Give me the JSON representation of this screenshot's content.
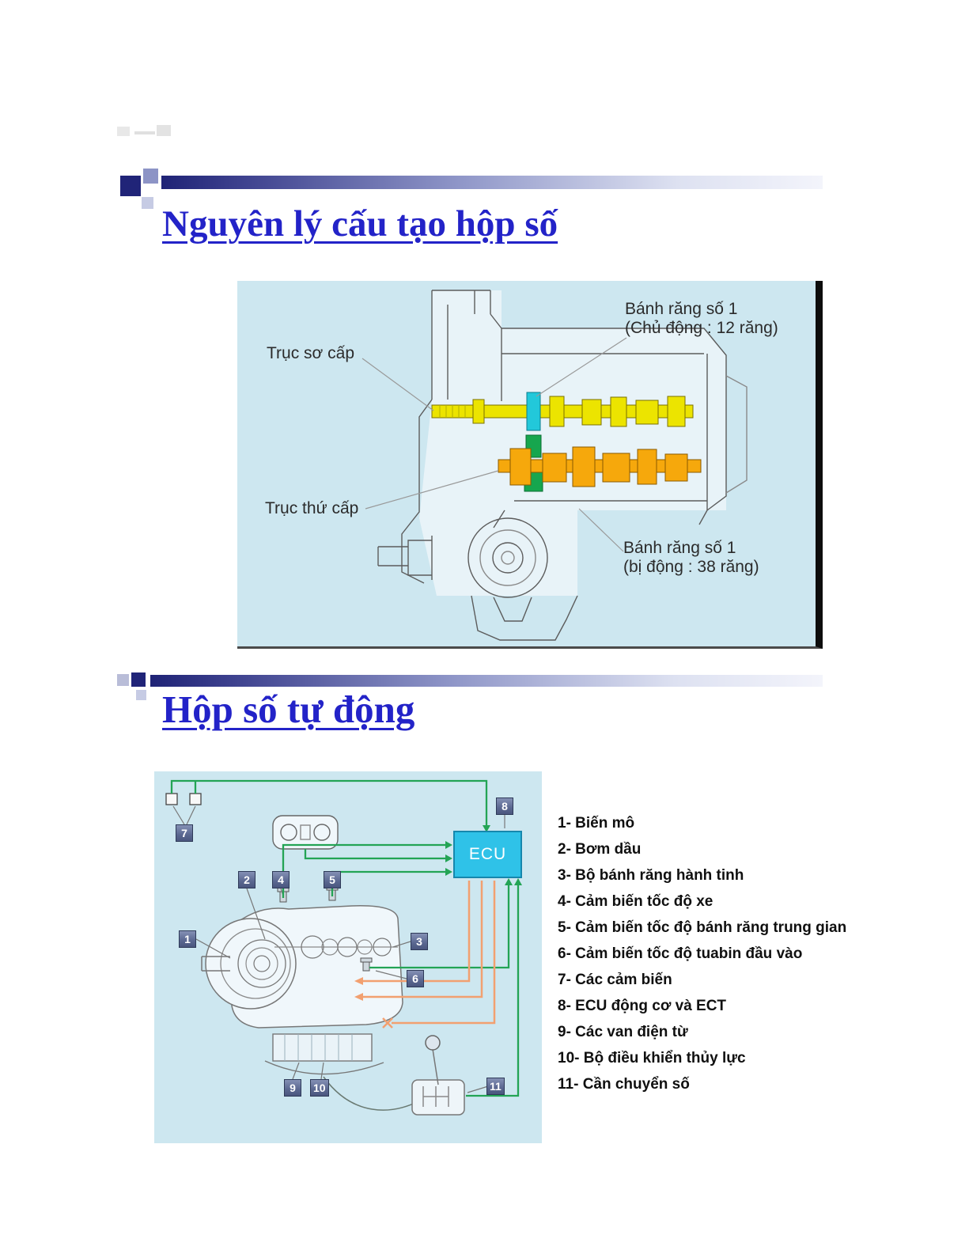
{
  "slide1": {
    "title": "Nguyên lý cấu tạo hộp số",
    "labels": {
      "primary_shaft": "Trục sơ cấp",
      "secondary_shaft": "Trục thứ cấp",
      "gear1_driving_line1": "Bánh răng số 1",
      "gear1_driving_line2": "(Chủ động : 12 răng)",
      "gear1_driven_line1": "Bánh răng số 1",
      "gear1_driven_line2": "(bị động : 38 răng)"
    }
  },
  "slide2": {
    "title": "Hộp số tự động",
    "ecu_label": "ECU",
    "badges": [
      "1",
      "2",
      "3",
      "4",
      "5",
      "6",
      "7",
      "8",
      "9",
      "10",
      "11"
    ],
    "legend": [
      "1- Biến mô",
      "2- Bơm dầu",
      "3- Bộ bánh răng hành tinh",
      "4- Cảm biến tốc độ xe",
      "5- Cảm biến tốc độ bánh răng trung gian",
      "6- Cảm biến tốc độ tuabin đầu vào",
      "7- Các cảm biến",
      "8- ECU động cơ và ECT",
      "9- Các van điện từ",
      "10- Bộ điều khiển thủy lực",
      "11- Cần chuyển số"
    ]
  },
  "colors": {
    "title_blue": "#2323c8",
    "diagram_bg": "#cde7f0",
    "ecu_cyan": "#2fc2e8",
    "wire_green": "#23a455",
    "wire_orange": "#f2a070",
    "shaft_yellow": "#ece400",
    "shaft_orange": "#f6a80c",
    "gear_cyan": "#22c8da",
    "gear_green": "#16a64e",
    "badge_slate": "#5f6f91"
  }
}
